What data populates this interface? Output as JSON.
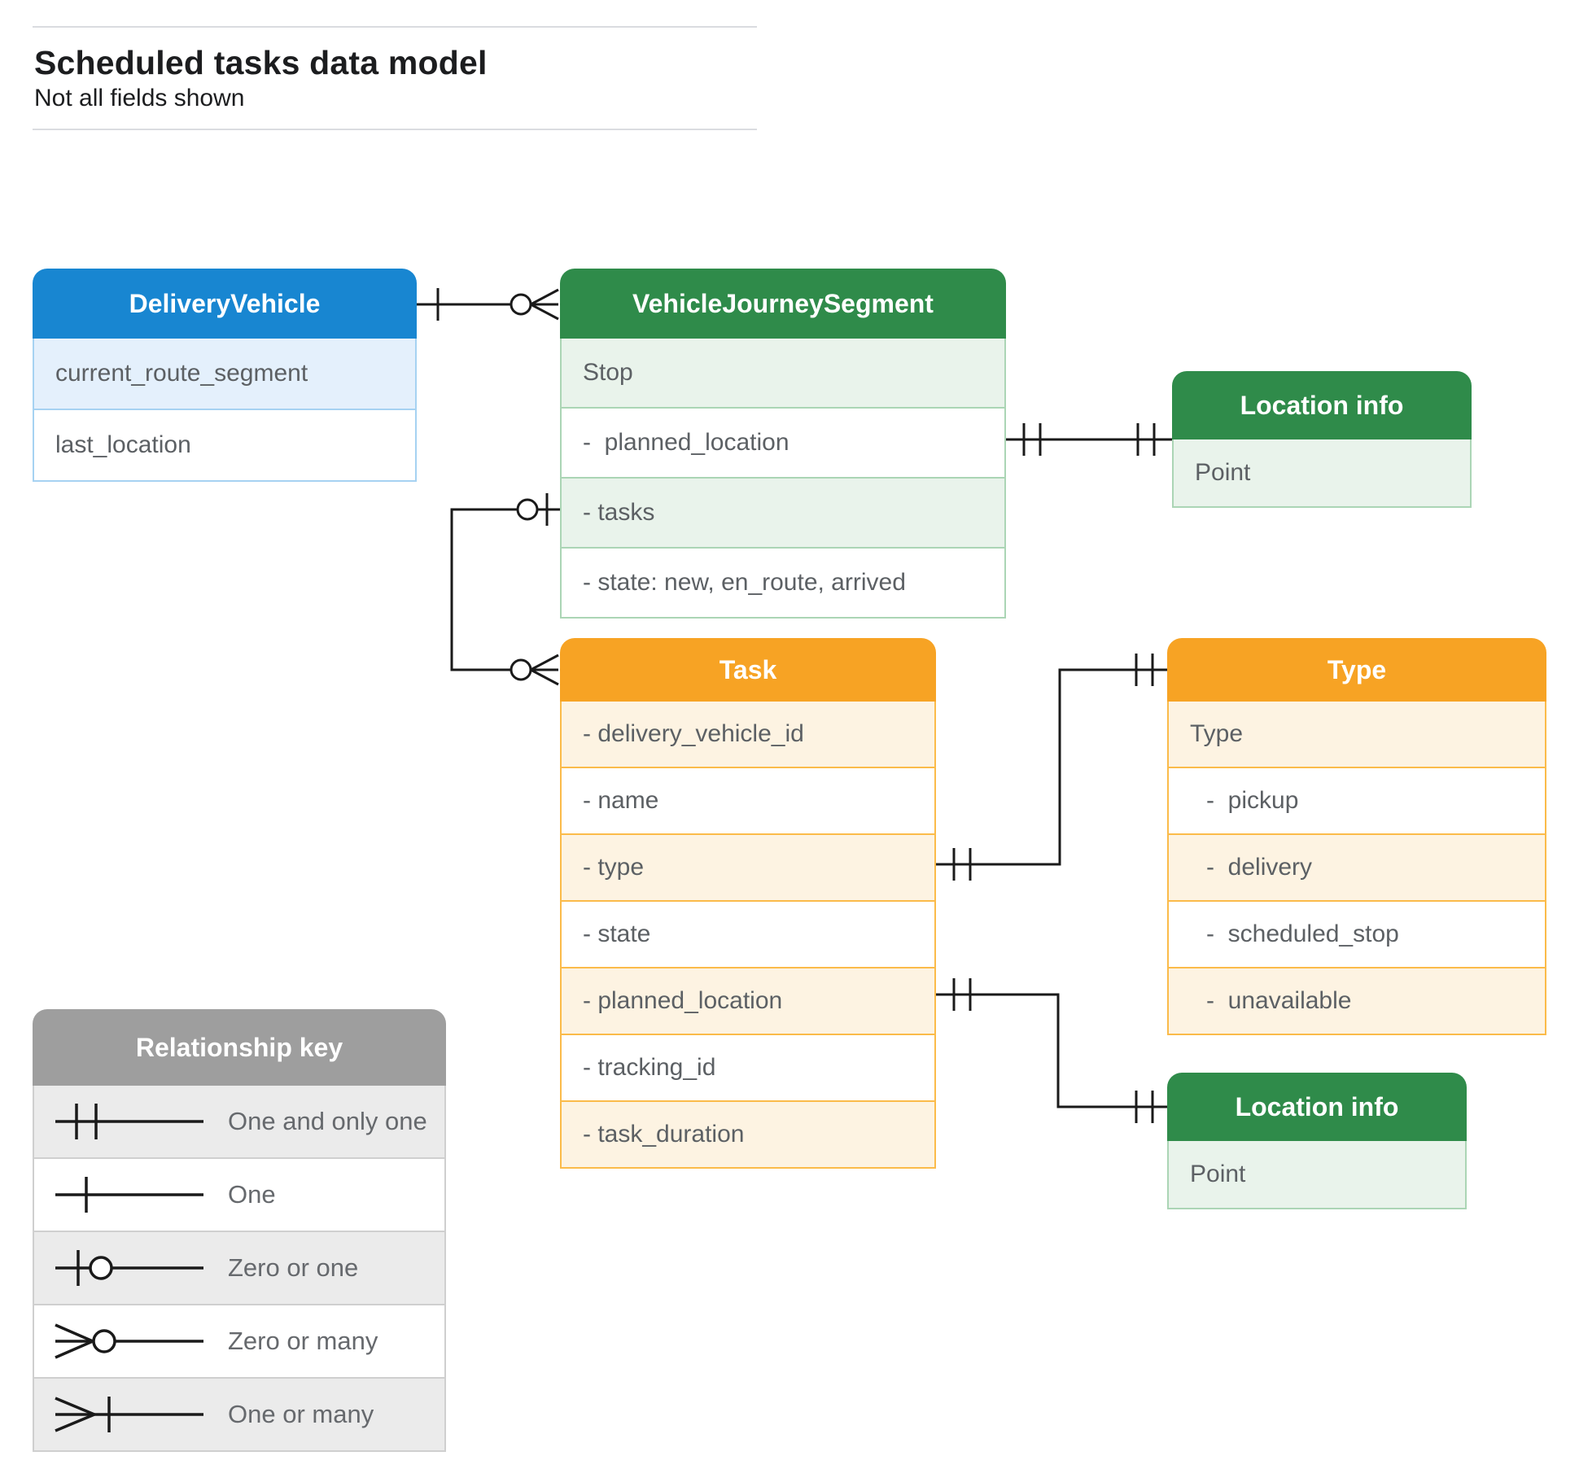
{
  "page": {
    "title": "Scheduled tasks data model",
    "subtitle": "Not all fields shown"
  },
  "entities": [
    {
      "id": "delivery-vehicle",
      "title": "DeliveryVehicle",
      "theme": "blue",
      "rows": [
        {
          "label": "current_route_segment"
        },
        {
          "label": "last_location"
        }
      ]
    },
    {
      "id": "vehicle-journey-segment",
      "title": "VehicleJourneySegment",
      "theme": "green",
      "rows": [
        {
          "label": "Stop"
        },
        {
          "label": "-  planned_location"
        },
        {
          "label": "- tasks"
        },
        {
          "label": "- state: new, en_route, arrived"
        }
      ]
    },
    {
      "id": "location-info-1",
      "title": "Location info",
      "theme": "green",
      "rows": [
        {
          "label": "Point"
        }
      ]
    },
    {
      "id": "task",
      "title": "Task",
      "theme": "orange",
      "rows": [
        {
          "label": "- delivery_vehicle_id"
        },
        {
          "label": "- name"
        },
        {
          "label": "- type"
        },
        {
          "label": "- state"
        },
        {
          "label": "- planned_location"
        },
        {
          "label": "- tracking_id"
        },
        {
          "label": "- task_duration"
        }
      ]
    },
    {
      "id": "type",
      "title": "Type",
      "theme": "orange",
      "rows": [
        {
          "label": "Type"
        },
        {
          "label": "-  pickup",
          "indent": true
        },
        {
          "label": "-  delivery",
          "indent": true
        },
        {
          "label": "-  scheduled_stop",
          "indent": true
        },
        {
          "label": "-  unavailable",
          "indent": true
        }
      ]
    },
    {
      "id": "location-info-2",
      "title": "Location info",
      "theme": "green",
      "rows": [
        {
          "label": "Point"
        }
      ]
    }
  ],
  "legend": {
    "title": "Relationship key",
    "items": [
      {
        "symbol": "one-and-only-one",
        "label": "One and only one"
      },
      {
        "symbol": "one",
        "label": "One"
      },
      {
        "symbol": "zero-or-one",
        "label": "Zero or one"
      },
      {
        "symbol": "zero-or-many",
        "label": "Zero or many"
      },
      {
        "symbol": "one-or-many",
        "label": "One or many"
      }
    ]
  },
  "relationships": [
    {
      "from": "DeliveryVehicle",
      "from_cardinality": "one",
      "to": "VehicleJourneySegment",
      "to_cardinality": "zero-or-many"
    },
    {
      "from": "VehicleJourneySegment.planned_location",
      "from_cardinality": "one-and-only-one",
      "to": "Location info",
      "to_cardinality": "one-and-only-one"
    },
    {
      "from": "VehicleJourneySegment.tasks",
      "from_cardinality": "zero-or-one",
      "to": "Task",
      "to_cardinality": "zero-or-many"
    },
    {
      "from": "Task.type",
      "from_cardinality": "one-and-only-one",
      "to": "Type",
      "to_cardinality": "one-and-only-one"
    },
    {
      "from": "Task.planned_location",
      "from_cardinality": "one-and-only-one",
      "to": "Location info",
      "to_cardinality": "one-and-only-one"
    }
  ],
  "colors": {
    "blue_header": "#1886d1",
    "green_header": "#2f8b4a",
    "orange_header": "#f7a324",
    "gray_header": "#9e9e9e",
    "row_text": "#5c6064",
    "line": "#1a1a1a"
  }
}
